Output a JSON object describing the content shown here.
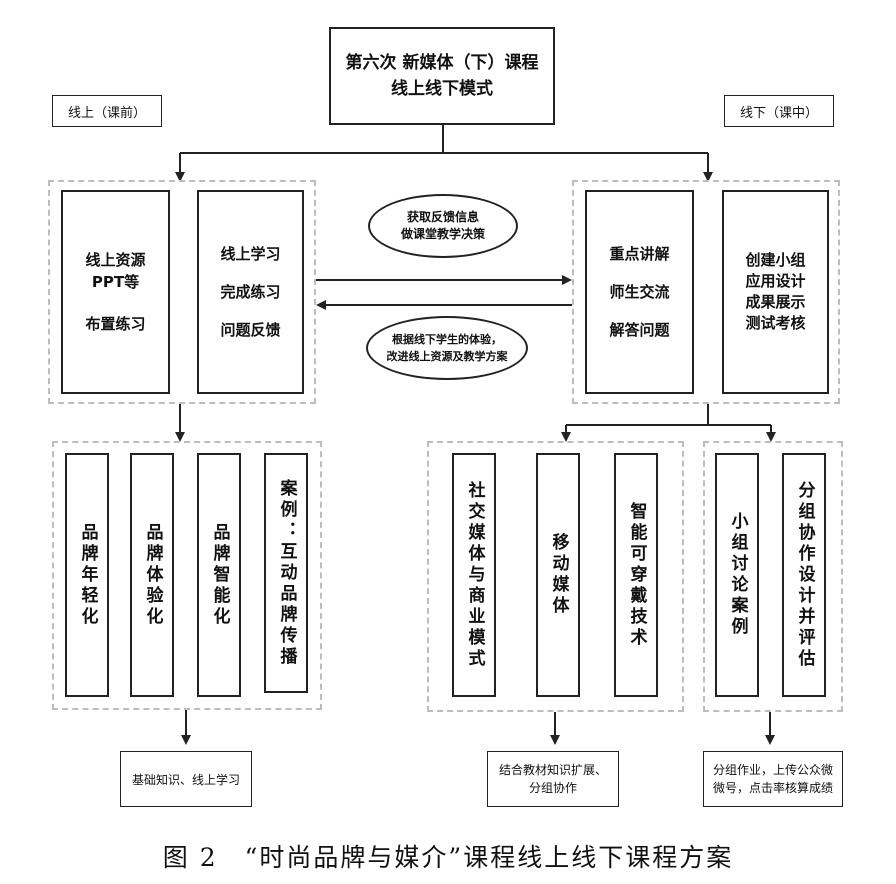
{
  "title": {
    "line1": "第六次 新媒体（下）课程",
    "line2": "线上线下模式"
  },
  "left_label": "线上（课前）",
  "right_label": "线下（课中）",
  "online": {
    "resources": [
      "线上资源",
      "PPT等",
      "布置练习"
    ],
    "learning": [
      "线上学习",
      "完成练习",
      "问题反馈"
    ]
  },
  "offline": {
    "teaching": [
      "重点讲解",
      "师生交流",
      "解答问题"
    ],
    "group": [
      "创建小组",
      "应用设计",
      "成果展示",
      "测试考核"
    ]
  },
  "feedback": {
    "top": [
      "获取反馈信息",
      "做课堂教学决策"
    ],
    "bottom": [
      "根据线下学生的体验，",
      "改进线上资源及教学方案"
    ]
  },
  "topics_left": [
    "品牌年轻化",
    "品牌体验化",
    "品牌智能化",
    "案例：互动品牌传播"
  ],
  "topics_mid": [
    "社交媒体与商业模式",
    "移动媒体",
    "智能可穿戴技术"
  ],
  "topics_right": [
    "小组讨论案例",
    "分组协作设计并评估"
  ],
  "outcomes": {
    "left": "基础知识、线上学习",
    "mid": [
      "结合教材知识扩展、",
      "分组协作"
    ],
    "right": [
      "分组作业，上传公众微",
      "微号，点击率核算成绩"
    ]
  },
  "caption": "图 2　“时尚品牌与媒介”课程线上线下课程方案"
}
